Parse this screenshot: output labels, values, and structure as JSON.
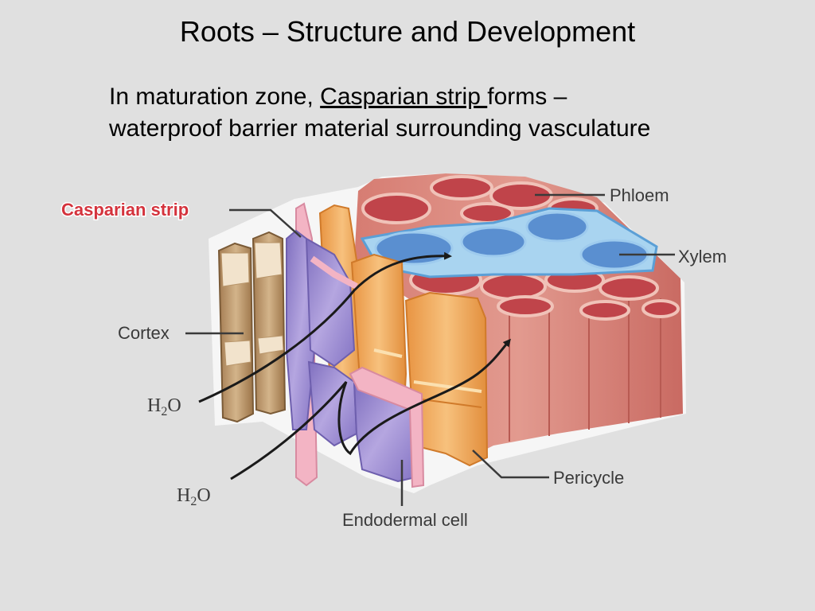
{
  "slide": {
    "title": "Roots – Structure and Development",
    "body": {
      "line1_before": "In maturation zone, ",
      "line1_underlined": "Casparian strip ",
      "line1_after": "forms –",
      "line2": "waterproof barrier material surrounding vasculature"
    }
  },
  "diagram": {
    "labels": {
      "casparian_strip": "Casparian strip",
      "phloem": "Phloem",
      "xylem": "Xylem",
      "cortex": "Cortex",
      "pericycle": "Pericycle",
      "endodermal_cell": "Endodermal cell",
      "water_1_main": "H",
      "water_1_sub": "2",
      "water_1_end": "O",
      "water_2_main": "H",
      "water_2_sub": "2",
      "water_2_end": "O"
    },
    "colors": {
      "casparian_label": "#d4333d",
      "phloem_tissue": "#c95c5c",
      "xylem_tissue": "#6f9fd6",
      "pericycle_tissue": "#f2ac5d",
      "endodermis_tissue": "#9a8ad0",
      "cortex_tissue": "#b8956a",
      "casparian_band": "#f3b4c4"
    }
  }
}
